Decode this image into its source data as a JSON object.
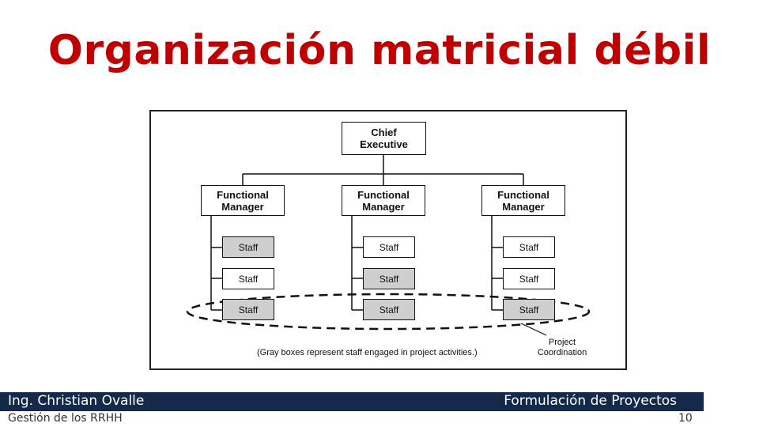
{
  "slide": {
    "title": "Organización matricial débil",
    "footer_left": "Ing. Christian Ovalle",
    "footer_right": "Formulación de Proyectos",
    "subfooter_left": "Gestión de los RRHH",
    "page_number": "10",
    "colors": {
      "title": "#c00000",
      "footer_bar": "#14294a",
      "staff_gray": "#cfcfcf"
    }
  },
  "diagram": {
    "chief": "Chief Executive",
    "managers": [
      "Functional Manager",
      "Functional Manager",
      "Functional Manager"
    ],
    "staff_label": "Staff",
    "columns": [
      {
        "gray": [
          true,
          false,
          true
        ]
      },
      {
        "gray": [
          false,
          true,
          true
        ]
      },
      {
        "gray": [
          false,
          false,
          true
        ]
      }
    ],
    "project_coordination": "Project Coordination",
    "note": "(Gray boxes represent staff engaged in project activities.)"
  }
}
